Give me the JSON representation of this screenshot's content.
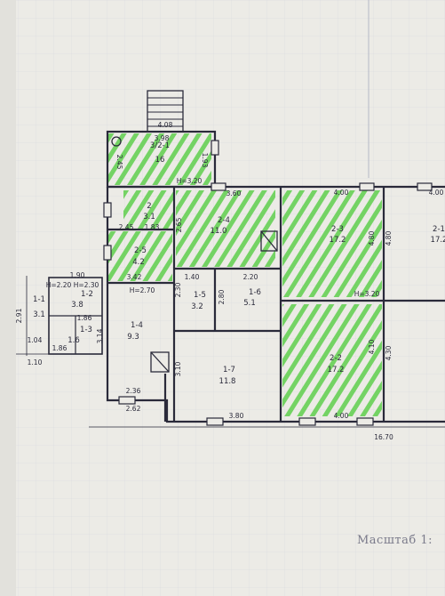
{
  "sheet": {
    "scale_note": "Масштаб 1:"
  },
  "rooms": [
    {
      "id": "r_porch",
      "number": "3/2-1",
      "area": "16"
    },
    {
      "id": "r_ws",
      "number": "2",
      "area": "3.1"
    },
    {
      "id": "r_corridor",
      "number": "2-5",
      "area": "4.2"
    },
    {
      "id": "r_2_4",
      "number": "2-4",
      "area": "11.0"
    },
    {
      "id": "r_2_3",
      "number": "2-3",
      "area": "17.2"
    },
    {
      "id": "r_2_2",
      "number": "2-2",
      "area": "17.2"
    },
    {
      "id": "r_far_r",
      "number": "2-1",
      "area": "17.2"
    },
    {
      "id": "r_1_4",
      "number": "1-4",
      "area": "9.3"
    },
    {
      "id": "r_1_5",
      "number": "1-5",
      "area": "3.2"
    },
    {
      "id": "r_1_6",
      "number": "1-6",
      "area": "5.1"
    },
    {
      "id": "r_1_7",
      "number": "1-7",
      "area": "11.8"
    },
    {
      "id": "r_1_2",
      "number": "1-2",
      "area": "3.8"
    },
    {
      "id": "r_1_1",
      "number": "1-1",
      "area": "3.1"
    },
    {
      "id": "r_1_3",
      "number": "1-3",
      "area": "1.6"
    }
  ],
  "dims": {
    "porch_top": "4.08",
    "porch_w": "3.98",
    "porch_h": "1.93",
    "porch_height": "2.45",
    "h_320a": "H=3.20",
    "d_360": "3.60",
    "d_400_top": "4.00",
    "d_400_right": "4.00",
    "d_265": "2.65",
    "d_245": "2.45",
    "d_183": "1.83",
    "d_480": "4.80",
    "d_430": "4.30",
    "d_410": "4.10",
    "h_320b": "H=3.20",
    "d_190": "1.90",
    "h_220": "H=2.20",
    "h_230": "H=2.30",
    "d_342": "3.42",
    "h_270": "H=2.70",
    "d_140": "1.40",
    "d_220": "2.20",
    "d_230": "2.30",
    "d_280": "2.80",
    "d_291": "2.91",
    "d_186a": "1.86",
    "d_186b": "1.86",
    "d_104": "1.04",
    "d_110": "1.10",
    "d_314": "3.14",
    "d_310": "3.10",
    "d_236": "2.36",
    "d_262": "2.62",
    "d_380": "3.80",
    "d_400_bot": "4.00",
    "total_len": "16.70"
  },
  "colors": {
    "paper": "#ecebe6",
    "ink": "#2a2a3a",
    "grid": "#b9c0cf",
    "hatch": "#5fcf4e"
  }
}
